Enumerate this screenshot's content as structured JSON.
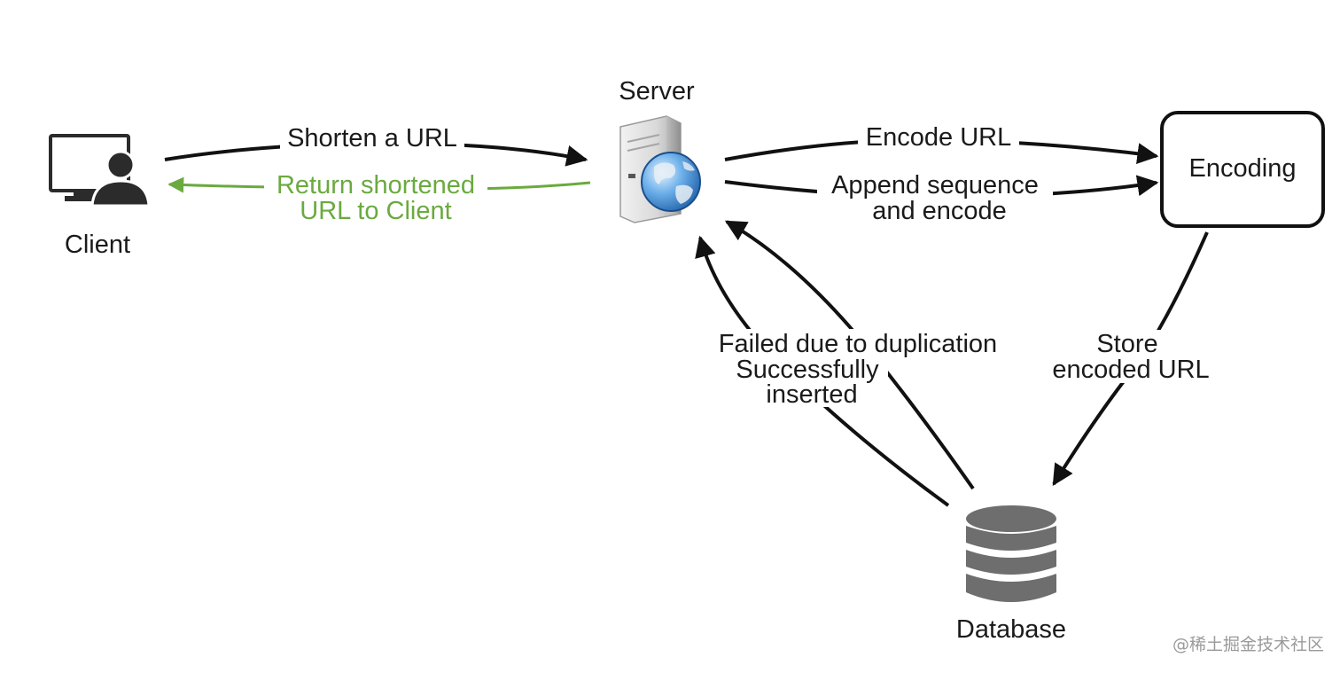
{
  "nodes": {
    "client": {
      "label": "Client"
    },
    "server": {
      "label": "Server"
    },
    "encoding": {
      "label": "Encoding"
    },
    "database": {
      "label": "Database"
    }
  },
  "edges": {
    "shorten": {
      "label": "Shorten a URL"
    },
    "return": {
      "line1": "Return shortened",
      "line2": "URL to Client",
      "color": "#6aaa3f"
    },
    "encode": {
      "label": "Encode URL"
    },
    "append": {
      "line1": "Append sequence",
      "line2": "and encode"
    },
    "store": {
      "line1": "Store",
      "line2": "encoded URL"
    },
    "failed": {
      "label": "Failed due to duplication"
    },
    "inserted": {
      "line1": "Successfully",
      "line2": "inserted"
    }
  },
  "icons": {
    "client": "user-computer-icon",
    "server": "web-server-icon",
    "database": "database-icon"
  },
  "watermark": "@稀土掘金技术社区"
}
